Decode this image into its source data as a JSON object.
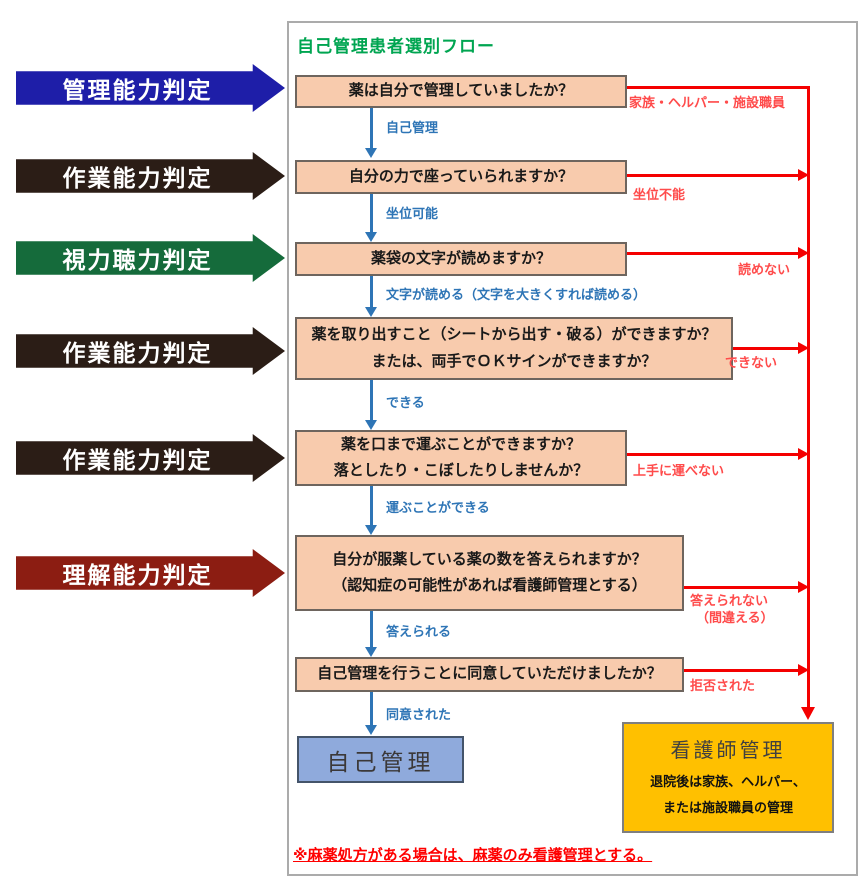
{
  "title": "自己管理患者選別フロー",
  "colors": {
    "title_green": "#00a551",
    "flow_blue": "#2e75b6",
    "flow_red": "#f40000",
    "red_label": "#ff4b4b",
    "question_fill": "#f8cbad",
    "self_fill": "#8faadc",
    "nurse_fill": "#ffc000",
    "arrow_navy": "#1e1ea8",
    "arrow_black": "#2b1d16",
    "arrow_green": "#156b3b",
    "arrow_darkred": "#8c1d12"
  },
  "side_labels": [
    {
      "text": "管理能力判定",
      "color": "#1e1ea8"
    },
    {
      "text": "作業能力判定",
      "color": "#2b1d16"
    },
    {
      "text": "視力聴力判定",
      "color": "#156b3b"
    },
    {
      "text": "作業能力判定",
      "color": "#2b1d16"
    },
    {
      "text": "作業能力判定",
      "color": "#2b1d16"
    },
    {
      "text": "理解能力判定",
      "color": "#8c1d12"
    }
  ],
  "questions": [
    {
      "line1": "薬は自分で管理していましたか？",
      "yes": "自己管理",
      "no1": "家族・ヘルパー・施設職員"
    },
    {
      "line1": "自分の力で座っていられますか？",
      "yes": "坐位可能",
      "no1": "坐位不能"
    },
    {
      "line1": "薬袋の文字が読めますか？",
      "yes": "文字が読める（文字を大きくすれば読める）",
      "no1": "読めない"
    },
    {
      "line1": "薬を取り出すこと（シートから出す・破る）ができますか？",
      "line2": "または、両手でＯＫサインができますか？",
      "yes": "できる",
      "no1": "できない"
    },
    {
      "line1": "薬を口まで運ぶことができますか？",
      "line2": "落としたり・こぼしたりしませんか？",
      "yes": "運ぶことができる",
      "no1": "上手に運べない"
    },
    {
      "line1": "自分が服薬している薬の数を答えられますか？",
      "line2": "（認知症の可能性があれば看護師管理とする）",
      "yes": "答えられる",
      "no1": "答えられない",
      "no2": "（間違える）"
    },
    {
      "line1": "自己管理を行うことに同意していただけましたか？",
      "yes": "同意された",
      "no1": "拒否された"
    }
  ],
  "outcomes": {
    "self_label": "自己管理",
    "nurse_title": "看護師管理",
    "nurse_line1": "退院後は家族、ヘルパー、",
    "nurse_line2": "または施設職員の管理"
  },
  "footnote": "※麻薬処方がある場合は、麻薬のみ看護管理とする。"
}
